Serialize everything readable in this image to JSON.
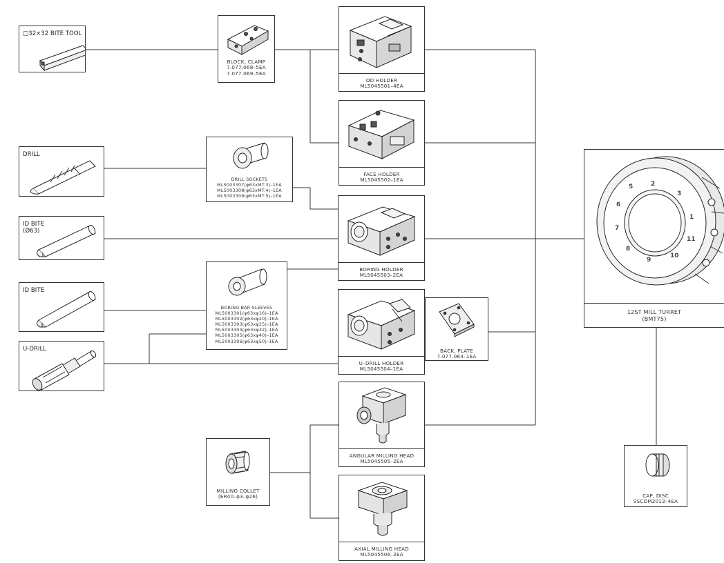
{
  "tools": {
    "bite_tool": "□32×32 BITE TOOL",
    "drill": "DRILL",
    "id_bite_63_line1": "ID BITE",
    "id_bite_63_line2": "(Ø63)",
    "id_bite": "ID BITE",
    "u_drill": "U-DRILL"
  },
  "adapters": {
    "block_clamp": [
      "BLOCK, CLAMP",
      "7.077.068–5EA",
      "7.077.069–5EA"
    ],
    "drill_sockets": [
      "DRILL SOCKETS",
      "ML5003307(φ63xMT.3)–1EA",
      "ML5003308(φ63xMT.4)–1EA",
      "ML5003309(φ63xMT.5)–1EA"
    ],
    "boring_bar_sleeves": [
      "BORING BAR SLEEVES",
      "ML5003301(φ63xφ16)–1EA",
      "ML5003302(φ63xφ20)–1EA",
      "ML5003303(φ63xφ25)–1EA",
      "ML5003304(φ63xφ32)–1EA",
      "ML5003305(φ63xφ40)–1EA",
      "ML5003306(φ63xφ50)–1EA"
    ],
    "milling_collet": [
      "MILLING COLLET",
      "(ER40–φ3–φ26)"
    ],
    "back_plate": [
      "BACK, PLATE",
      "7.077.064–1EA"
    ]
  },
  "holders": {
    "od_holder": [
      "OD HOLDER",
      "ML5045501–4EA"
    ],
    "face_holder": [
      "FACE HOLDER",
      "ML5045502–1EA"
    ],
    "boring_holder": [
      "BORING HOLDER",
      "ML5045503–2EA"
    ],
    "u_drill_holder": [
      "U–DRILL HOLDER",
      "ML5045504–1EA"
    ],
    "angular_milling_head": [
      "ANGULAR MILLING HEAD",
      "ML5045505–2EA"
    ],
    "axial_milling_head": [
      "AXIAL MILLING HEAD",
      "ML5045506–2EA"
    ]
  },
  "turret": {
    "line1": "12ST MILL TURRET",
    "line2": "(BMT75)"
  },
  "cap_disc": [
    "CAP, DISC",
    "SSCOM2013–4EA"
  ]
}
